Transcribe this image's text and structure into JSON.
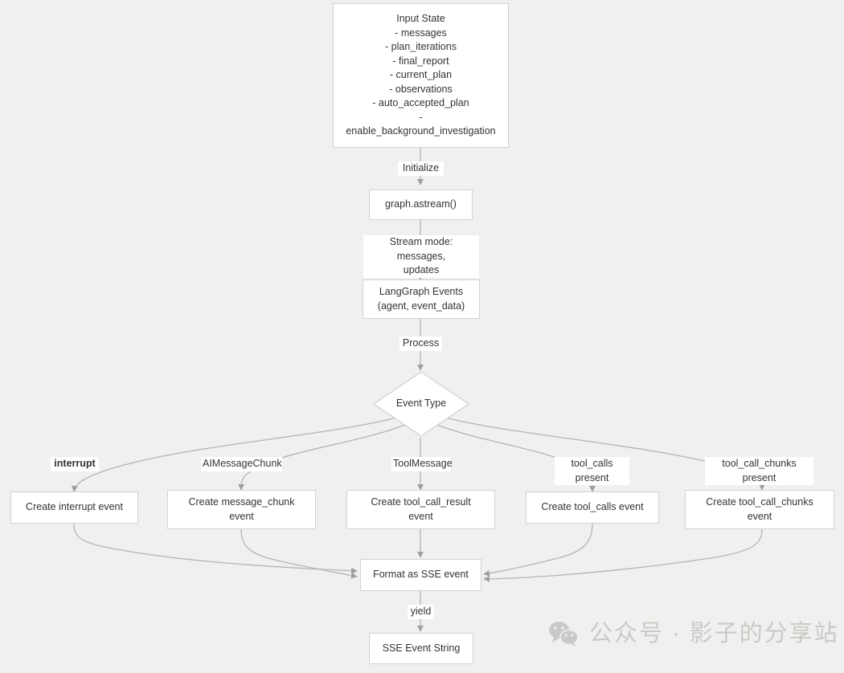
{
  "diagram": {
    "title": "LangGraph SSE event stream flow",
    "background_color": "#f1f0ee",
    "node_fill": "#ffffff",
    "node_border": "#d2d2d0",
    "edge_color": "#b0b0ae",
    "text_color": "#333333"
  },
  "nodes": {
    "input_state": "Input State\n- messages\n- plan_iterations\n- final_report\n- current_plan\n- observations\n- auto_accepted_plan\n-\nenable_background_investigation",
    "graph_astream": "graph.astream()",
    "langgraph_events": "LangGraph Events\n(agent, event_data)",
    "event_type": "Event Type",
    "create_interrupt": "Create interrupt event",
    "create_message_chunk": "Create message_chunk\nevent",
    "create_tool_call_result": "Create tool_call_result\nevent",
    "create_tool_calls": "Create tool_calls event",
    "create_tool_call_chunks": "Create tool_call_chunks\nevent",
    "format_sse": "Format as SSE event",
    "sse_event_string": "SSE Event String"
  },
  "edge_labels": {
    "initialize": "Initialize",
    "stream_mode": "Stream mode: messages,\nupdates",
    "process": "Process",
    "interrupt": "interrupt",
    "ai_message_chunk": "AIMessageChunk",
    "tool_message": "ToolMessage",
    "tool_calls_present": "tool_calls present",
    "tool_call_chunks_present": "tool_call_chunks present",
    "yield": "yield"
  },
  "watermark": {
    "icon": "wechat-icon",
    "text": "公众号 · 影子的分享站",
    "color": "#c9c9c7"
  }
}
